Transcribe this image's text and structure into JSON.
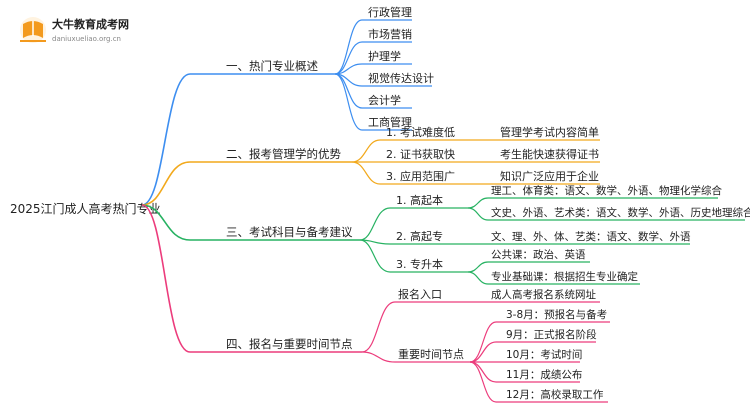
{
  "logo": {
    "name": "大牛教育成考网",
    "url": "daniuxueliao.org.cn"
  },
  "root": {
    "label": "2025江门成人高考热门专业"
  },
  "colors": {
    "blue": "#3d8ef0",
    "orange": "#f2a91c",
    "green": "#27b262",
    "pink": "#ec3c7c",
    "logo_orange": "#f39a1e"
  },
  "branches": [
    {
      "label": "一、热门专业概述",
      "items": [
        "行政管理",
        "市场营销",
        "护理学",
        "视觉传达设计",
        "会计学",
        "工商管理"
      ]
    },
    {
      "label": "二、报考管理学的优势",
      "items": [
        {
          "label": "1. 考试难度低",
          "detail": "管理学考试内容简单"
        },
        {
          "label": "2. 证书获取快",
          "detail": "考生能快速获得证书"
        },
        {
          "label": "3. 应用范围广",
          "detail": "知识广泛应用于企业"
        }
      ]
    },
    {
      "label": "三、考试科目与备考建议",
      "items": [
        {
          "label": "1. 高起本",
          "details": [
            "理工、体育类：语文、数学、外语、物理化学综合",
            "文史、外语、艺术类：语文、数学、外语、历史地理综合"
          ]
        },
        {
          "label": "2. 高起专",
          "details": [
            "文、理、外、体、艺类：语文、数学、外语"
          ]
        },
        {
          "label": "3. 专升本",
          "details": [
            "公共课：政治、英语",
            "专业基础课：根据招生专业确定"
          ]
        }
      ]
    },
    {
      "label": "四、报名与重要时间节点",
      "items": [
        {
          "label": "报名入口",
          "details": [
            "成人高考报名系统网址"
          ]
        },
        {
          "label": "重要时间节点",
          "details": [
            "3-8月：预报名与备考",
            "9月：正式报名阶段",
            "10月：考试时间",
            "11月：成绩公布",
            "12月：高校录取工作"
          ]
        }
      ]
    }
  ]
}
